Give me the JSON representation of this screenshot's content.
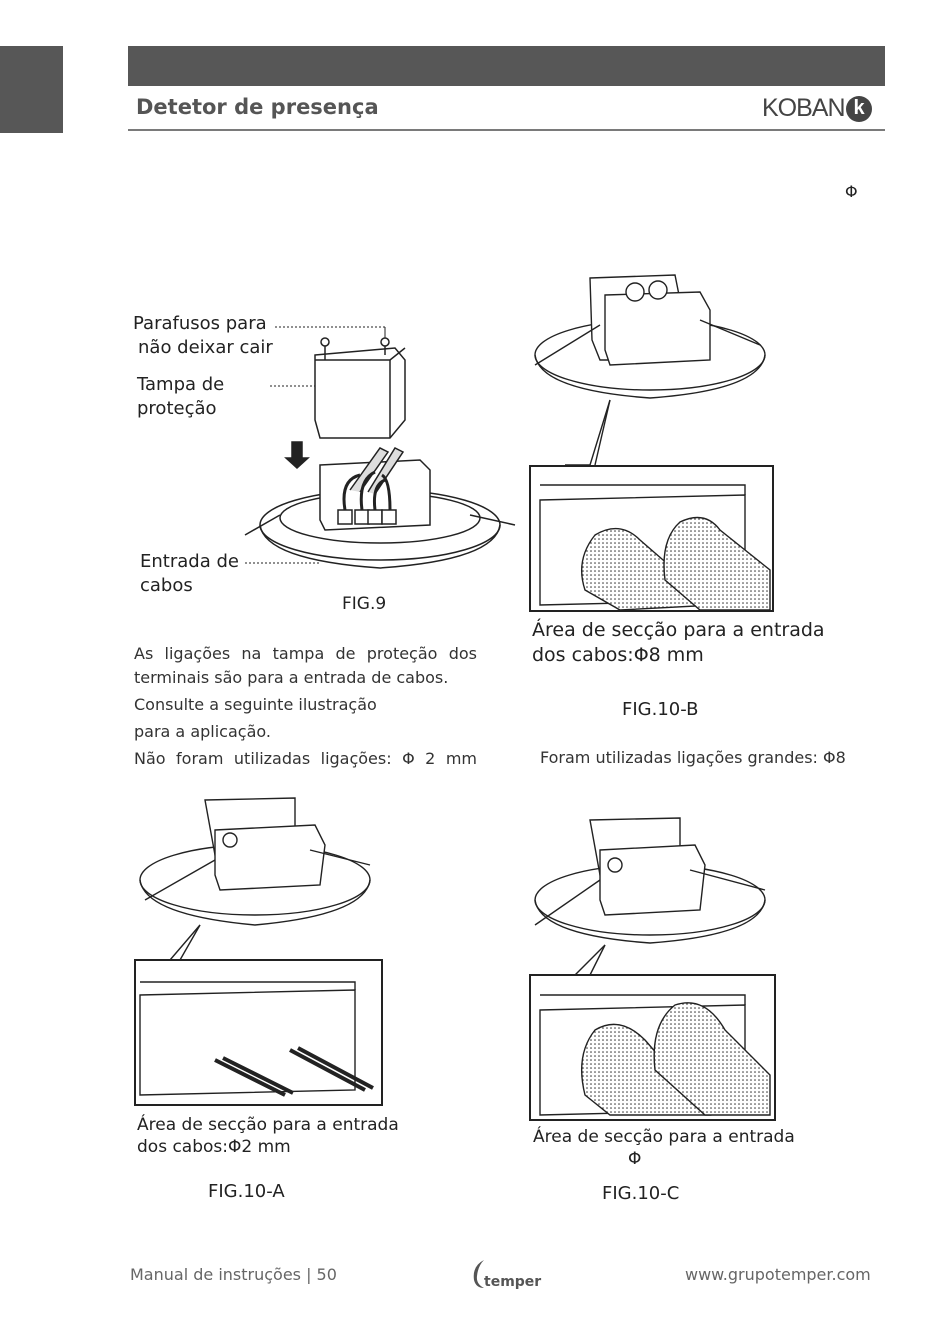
{
  "header": {
    "title": "Detetor de presença",
    "brand": "KOBAN",
    "brand_mark": "k"
  },
  "top_symbol": "Φ",
  "fig9": {
    "label_screws": "Parafusos para",
    "label_screws_2": "não deixar cair",
    "label_cover": "Tampa de",
    "label_cover_2": "proteção",
    "label_entry": "Entrada de",
    "label_entry_2": "cabos",
    "caption": "FIG.9"
  },
  "body": {
    "p1_line1": "As ligações na tampa de proteção dos",
    "p1_line2": "terminais são para a entrada de cabos.",
    "p2_line1": "Consulte a seguinte ilustração",
    "p2_line2": "para a aplicação.",
    "p3": "Não foram utilizadas ligações: Φ 2 mm"
  },
  "fig10b": {
    "label_line1": "Área de secção para a entrada",
    "label_line2": "dos cabos:Φ8 mm",
    "caption": "FIG.10-B",
    "note": "Foram utilizadas ligações grandes: Φ8"
  },
  "fig10a": {
    "label_line1": "Área de secção para a entrada",
    "label_line2": "dos cabos:Φ2 mm",
    "caption": "FIG.10-A"
  },
  "fig10c": {
    "label_line1": "Área de secção para a entrada",
    "label_line2": "Φ",
    "caption": "FIG.10-C"
  },
  "footer": {
    "manual": "Manual de instruções |  50",
    "logo_text": "temper",
    "website": "www.grupotemper.com"
  }
}
